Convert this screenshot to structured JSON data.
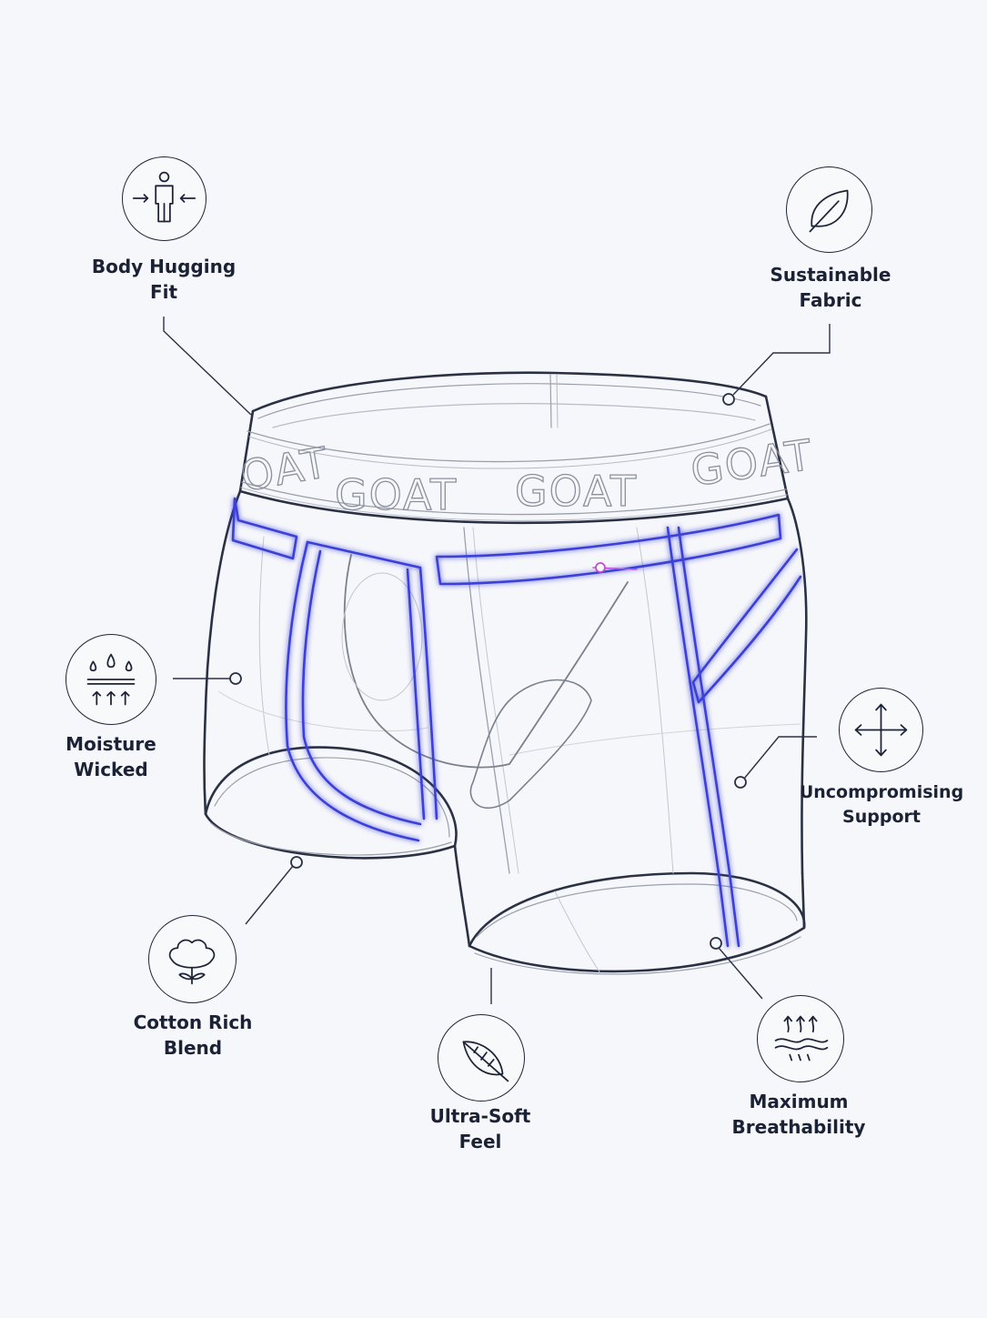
{
  "brand": {
    "waistband_text": [
      "OAT",
      "GOAT",
      "GOAT",
      "GOAT"
    ]
  },
  "colors": {
    "background": "#f6f7fa",
    "line": "#1e2438",
    "label": "#1b2236",
    "highlight": "#3b3fd8",
    "sketch": "#9aa0ab"
  },
  "features": [
    {
      "id": "body-hugging-fit",
      "lines": [
        "Body Hugging",
        "Fit"
      ],
      "icon": "body-fit-icon"
    },
    {
      "id": "sustainable-fabric",
      "lines": [
        "Sustainable",
        "Fabric"
      ],
      "icon": "leaf-icon"
    },
    {
      "id": "moisture-wicked",
      "lines": [
        "Moisture",
        "Wicked"
      ],
      "icon": "water-drops-icon"
    },
    {
      "id": "uncompromising-support",
      "lines": [
        "Uncompromising",
        "Support"
      ],
      "icon": "four-way-arrows-icon"
    },
    {
      "id": "cotton-rich-blend",
      "lines": [
        "Cotton Rich",
        "Blend"
      ],
      "icon": "cotton-flower-icon"
    },
    {
      "id": "ultra-soft-feel",
      "lines": [
        "Ultra-Soft",
        "Feel"
      ],
      "icon": "feather-icon"
    },
    {
      "id": "maximum-breathability",
      "lines": [
        "Maximum",
        "Breathability"
      ],
      "icon": "airflow-icon"
    }
  ]
}
